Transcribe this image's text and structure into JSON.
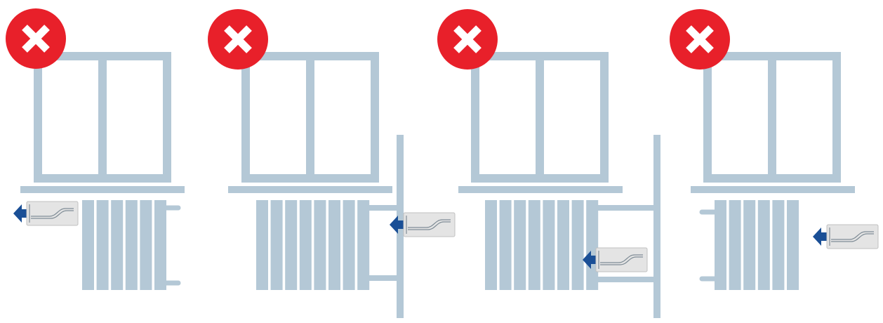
{
  "colors": {
    "structure": "#b4c8d6",
    "error_badge": "#e8202a",
    "cross": "#ffffff",
    "arrow": "#1a4f96",
    "sensor_body": "#e4e4e4",
    "sensor_edge": "#c0c0c0",
    "sensor_line": "#7f8c96",
    "background": "#ffffff"
  },
  "badge_icon": "cross-error-icon",
  "panels": [
    {
      "id": "1",
      "verdict": "incorrect",
      "sensor_position": "left-of-radiator",
      "has_wall": false,
      "has_pipes": true
    },
    {
      "id": "2",
      "verdict": "incorrect",
      "sensor_position": "on-wall-beside-radiator",
      "has_wall": true,
      "has_pipes": true
    },
    {
      "id": "3",
      "verdict": "incorrect",
      "sensor_position": "on-wall-below",
      "has_wall": true,
      "has_pipes": true
    },
    {
      "id": "4",
      "verdict": "incorrect",
      "sensor_position": "right-free-standing",
      "has_wall": false,
      "has_pipes": true
    }
  ]
}
